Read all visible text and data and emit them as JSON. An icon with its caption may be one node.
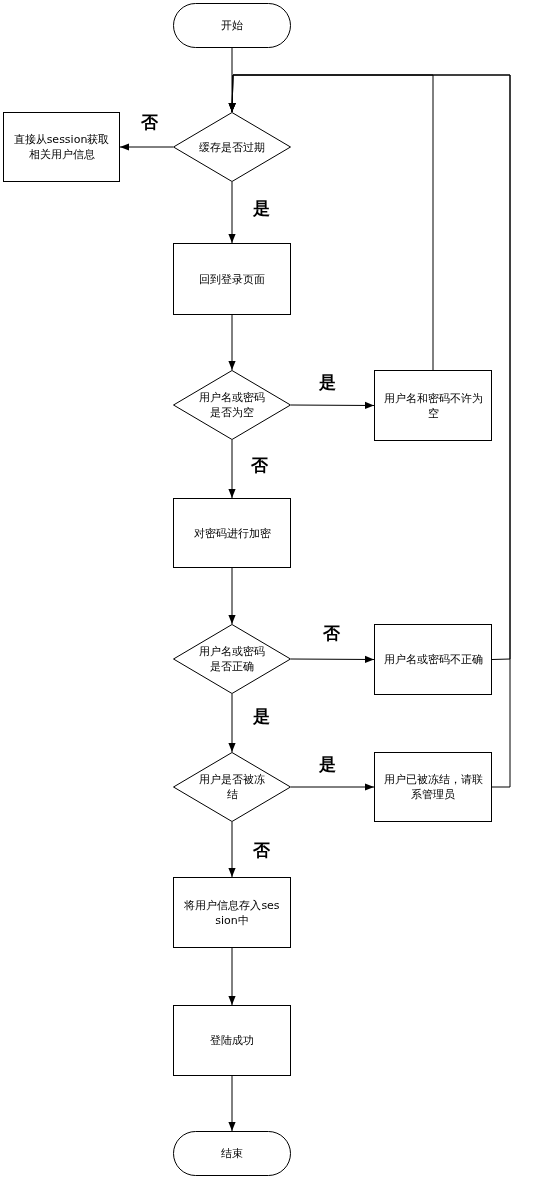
{
  "diagram": {
    "nodes": [
      {
        "text": [
          "开始"
        ]
      },
      {
        "text": [
          "缓存是否过期"
        ]
      },
      {
        "text": [
          "直接从session获取相关用户信息"
        ]
      },
      {
        "text": [
          "回到登录页面"
        ]
      },
      {
        "text": [
          "用户名或密码是否为空"
        ]
      },
      {
        "text": [
          "用户名和密码不许为空"
        ]
      },
      {
        "text": [
          "对密码进行加密"
        ]
      },
      {
        "text": [
          "用户名或密码是否正确"
        ]
      },
      {
        "text": [
          "用户名或密码不正确"
        ]
      },
      {
        "text": [
          "用户是否被冻结"
        ]
      },
      {
        "text": [
          "用户已被冻结，请联系管理员"
        ]
      },
      {
        "text": [
          "将用户信息存入session中"
        ]
      },
      {
        "text": [
          "登陆成功"
        ]
      },
      {
        "text": [
          "结束"
        ]
      }
    ],
    "edges": [
      {
        "from": 0,
        "to": 1,
        "arrow": "to"
      },
      {
        "from": 1,
        "to": 2,
        "arrow": "to",
        "label": "否"
      },
      {
        "from": 1,
        "to": 3,
        "arrow": "to",
        "label": "是"
      },
      {
        "from": 3,
        "to": 4,
        "arrow": "to"
      },
      {
        "from": 4,
        "to": 5,
        "arrow": "to",
        "label": "是"
      },
      {
        "from": 4,
        "to": 6,
        "arrow": "to",
        "label": "否"
      },
      {
        "from": 5,
        "to": 1,
        "arrow": "to"
      },
      {
        "from": 6,
        "to": 7,
        "arrow": "to"
      },
      {
        "from": 7,
        "to": 8,
        "arrow": "to",
        "label": "否"
      },
      {
        "from": 7,
        "to": 9,
        "arrow": "to",
        "label": "是"
      },
      {
        "from": 8,
        "to": 1,
        "arrow": "to"
      },
      {
        "from": 9,
        "to": 10,
        "arrow": "to",
        "label": "是"
      },
      {
        "from": 9,
        "to": 11,
        "arrow": "to",
        "label": "否"
      },
      {
        "from": 10,
        "to": 1,
        "arrow": "to"
      },
      {
        "from": 11,
        "to": 12,
        "arrow": "to"
      },
      {
        "from": 12,
        "to": 13,
        "arrow": "to"
      }
    ]
  }
}
